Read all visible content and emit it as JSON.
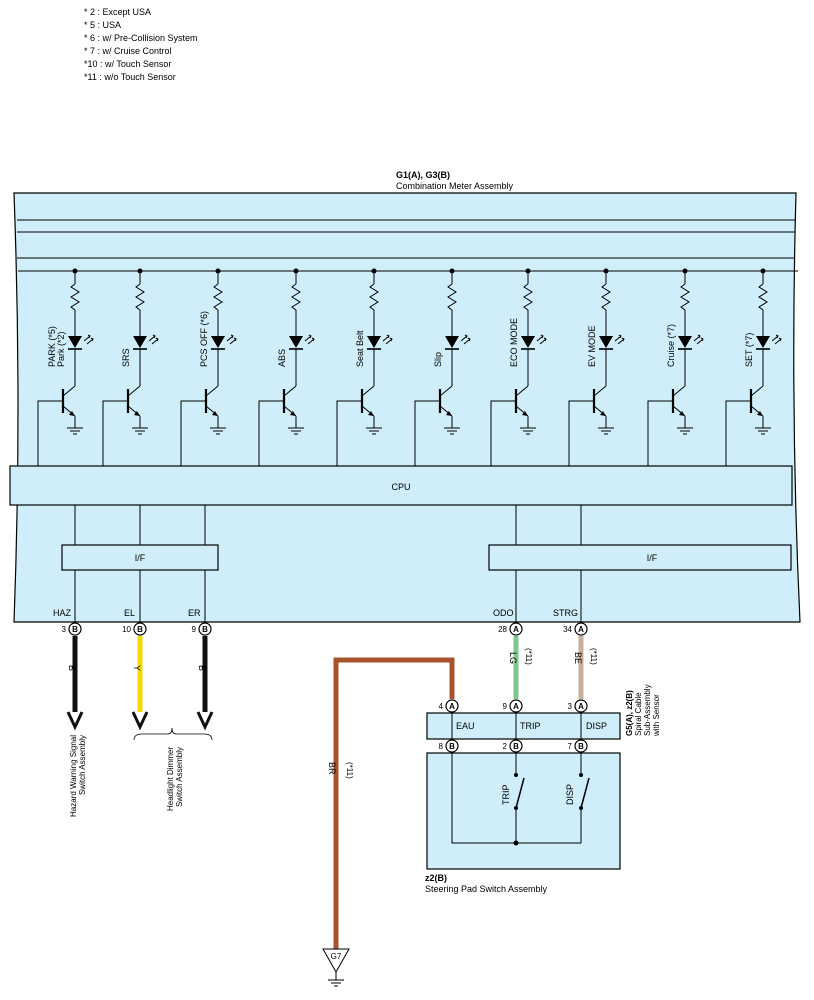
{
  "footnotes": [
    "* 2 : Except USA",
    "* 5 : USA",
    "* 6 : w/ Pre-Collision System",
    "* 7 : w/ Cruise Control",
    "*10 : w/ Touch Sensor",
    "*11 : w/o Touch Sensor"
  ],
  "meter": {
    "connector": "G1(A), G3(B)",
    "name": "Combination Meter Assembly",
    "cpu_label": "CPU",
    "if_label": "I/F",
    "indicators": [
      {
        "label": "PARK (*5)",
        "label2": "Park (*2)"
      },
      {
        "label": "SRS"
      },
      {
        "label": "PCS OFF (*6)"
      },
      {
        "label": "ABS"
      },
      {
        "label": "Seat Belt"
      },
      {
        "label": "Slip"
      },
      {
        "label": "ECO MODE"
      },
      {
        "label": "EV MODE"
      },
      {
        "label": "Cruise (*7)"
      },
      {
        "label": "SET (*7)"
      }
    ],
    "terminals": [
      {
        "name": "HAZ",
        "pin": "3",
        "conn": "B",
        "wire": "B",
        "color": "#111111"
      },
      {
        "name": "EL",
        "pin": "10",
        "conn": "B",
        "wire": "Y",
        "color": "#f5d800"
      },
      {
        "name": "ER",
        "pin": "9",
        "conn": "B",
        "wire": "B",
        "color": "#111111"
      },
      {
        "name": "ODO",
        "pin": "28",
        "conn": "A",
        "wire": "LG",
        "note": "(*11)",
        "color": "#7cc98f"
      },
      {
        "name": "STRG",
        "pin": "34",
        "conn": "A",
        "wire": "BE",
        "note": "(*11)",
        "color": "#c8b09a"
      }
    ]
  },
  "destinations": {
    "hazard": [
      "Hazard Warning Signal",
      "Switch Assembly"
    ],
    "headlight": [
      "Headlight Dimmer",
      "Switch Assembly"
    ]
  },
  "spiral": {
    "connector": "G5(A), z2(B)",
    "name_lines": [
      "Spiral Cable",
      "Sub-Assembly",
      "with Sensor"
    ],
    "top_pins": [
      {
        "pin": "4",
        "conn": "A",
        "name": "EAU"
      },
      {
        "pin": "9",
        "conn": "A",
        "name": "TRIP"
      },
      {
        "pin": "3",
        "conn": "A",
        "name": "DISP"
      }
    ],
    "bottom_pins": [
      {
        "pin": "8",
        "conn": "B"
      },
      {
        "pin": "2",
        "conn": "B"
      },
      {
        "pin": "7",
        "conn": "B"
      }
    ]
  },
  "steering": {
    "connector": "z2(B)",
    "name": "Steering Pad Switch Assembly",
    "switches": [
      "TRIP",
      "DISP"
    ]
  },
  "ground": {
    "wire": "BR",
    "note": "(*11)",
    "label": "G7",
    "color": "#a8532b"
  }
}
